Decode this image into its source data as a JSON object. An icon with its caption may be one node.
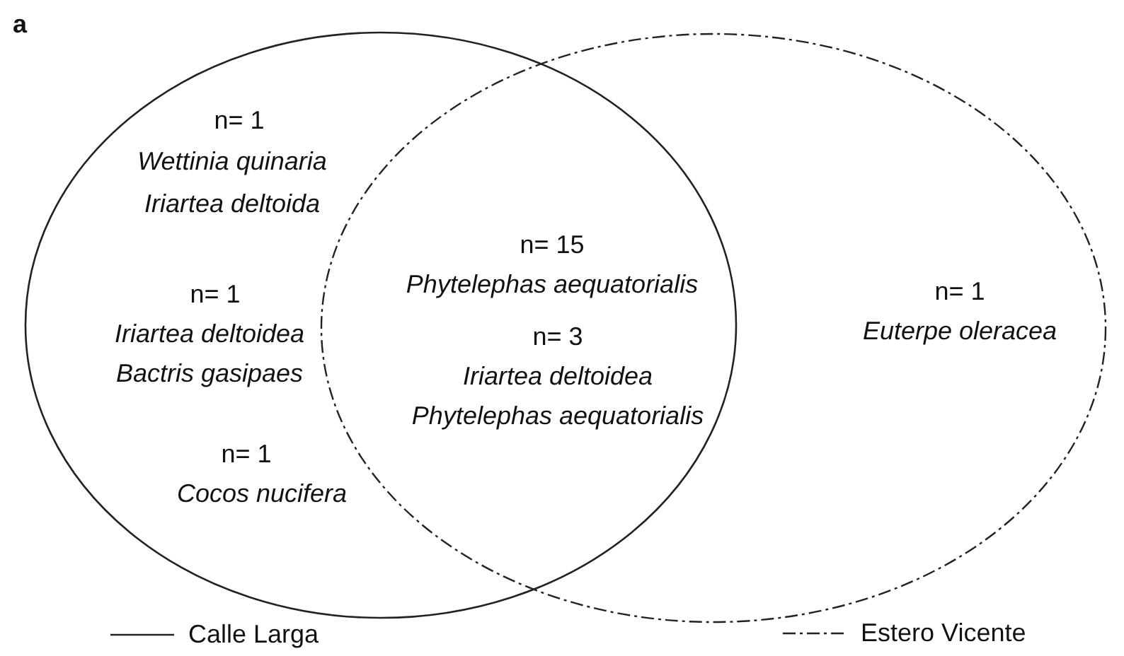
{
  "diagram": {
    "labels": [
      "a",
      "n= 1",
      "Wettinia quinaria",
      "Iriartea deltoida",
      "n= 1",
      "Iriartea deltoidea",
      "Bactris gasipaes",
      "n= 1",
      "Cocos nucifera",
      "n= 15",
      "Phytelephas aequatorialis",
      "n= 3",
      "Iriartea deltoidea",
      "Phytelephas aequatorialis",
      "n= 1",
      "Euterpe oleracea"
    ],
    "legend": [
      {
        "text": "Calle Larga"
      },
      {
        "text": "Estero Vicente"
      }
    ]
  }
}
